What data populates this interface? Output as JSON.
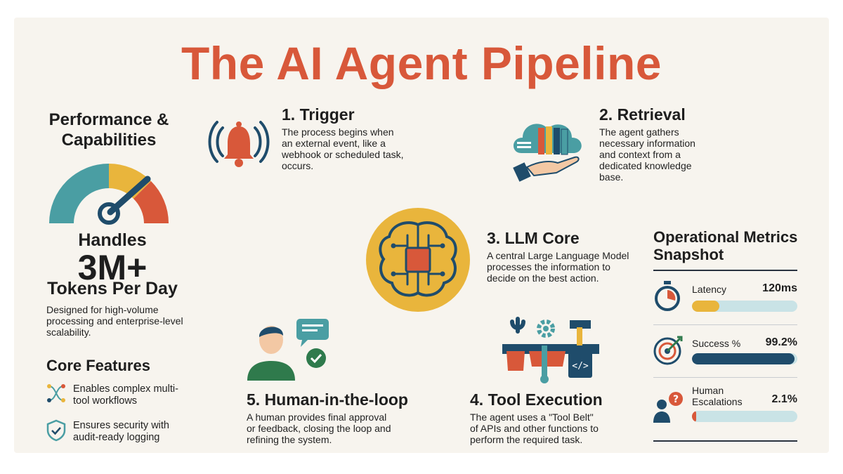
{
  "title": "The AI Agent Pipeline",
  "performance": {
    "heading": "Performance & Capabilities",
    "handles": "Handles",
    "tokens_value": "3M+",
    "tokens_label": "Tokens Per Day",
    "description": "Designed for high-volume processing and enterprise-level scalability."
  },
  "core_features": {
    "heading": "Core Features",
    "items": [
      {
        "text": "Enables complex multi-tool workflows",
        "icon": "workflow-icon"
      },
      {
        "text": "Ensures security with audit-ready logging",
        "icon": "shield-check-icon"
      }
    ]
  },
  "steps": [
    {
      "title": "1. Trigger",
      "text": "The process begins when an external event, like a webhook or scheduled task, occurs.",
      "icon": "bell-signal-icon"
    },
    {
      "title": "2. Retrieval",
      "text": "The agent gathers necessary information and context from a dedicated knowledge base.",
      "icon": "cloud-books-hand-icon"
    },
    {
      "title": "3. LLM Core",
      "text": "A central Large Language Model processes the information to decide on the best action.",
      "icon": "brain-chip-icon"
    },
    {
      "title": "4. Tool Execution",
      "text": "The agent uses a \"Tool Belt\" of APIs and other functions to perform the required task.",
      "icon": "tool-belt-icon"
    },
    {
      "title": "5. Human-in-the-loop",
      "text": "A human provides final approval or feedback, closing the loop and refining the system.",
      "icon": "human-approval-icon"
    }
  ],
  "metrics": {
    "heading": "Operational Metrics Snapshot",
    "items": [
      {
        "label": "Latency",
        "value": "120ms",
        "fill": 0.26,
        "color": "#e9b53c",
        "icon": "stopwatch-icon"
      },
      {
        "label": "Success %",
        "value": "99.2%",
        "fill": 0.97,
        "color": "#1f4c6b",
        "icon": "target-icon"
      },
      {
        "label": "Human Escalations",
        "value": "2.1%",
        "fill": 0.04,
        "color": "#d8583a",
        "icon": "person-question-icon"
      }
    ]
  },
  "colors": {
    "accent": "#d8583a",
    "navy": "#1f4c6b",
    "teal": "#4a9ea3",
    "yellow": "#e9b53c"
  }
}
